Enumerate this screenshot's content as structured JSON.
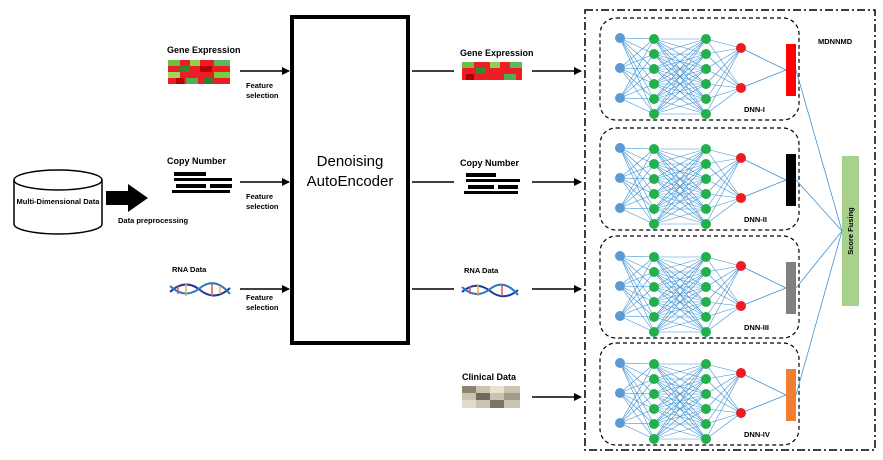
{
  "source": {
    "label": "Multi-Dimensional Data",
    "step_label": "Data preprocessing"
  },
  "inputs": [
    {
      "label": "Gene Expression",
      "feature_label_1": "Feature",
      "feature_label_2": "selection"
    },
    {
      "label": "Copy Number",
      "feature_label_1": "Feature",
      "feature_label_2": "selection"
    },
    {
      "label": "RNA Data",
      "feature_label_1": "Feature",
      "feature_label_2": "selection"
    }
  ],
  "autoencoder": {
    "line1": "Denoising",
    "line2": "AutoEncoder"
  },
  "encoded": [
    {
      "label": "Gene Expression"
    },
    {
      "label": "Copy Number"
    },
    {
      "label": "RNA Data"
    },
    {
      "label": "Clinical Data"
    }
  ],
  "model": {
    "title": "MDNNMD",
    "networks": [
      {
        "label": "DNN-I",
        "bar_color": "#ff0000"
      },
      {
        "label": "DNN-II",
        "bar_color": "#000000"
      },
      {
        "label": "DNN-III",
        "bar_color": "#808080"
      },
      {
        "label": "DNN-IV",
        "bar_color": "#f08030"
      }
    ],
    "fusion_label": "Score Fusing",
    "fusion_color": "#a9d18e"
  },
  "colors": {
    "input_node": "#5b9bd5",
    "hidden_node": "#21b04b",
    "output_node": "#ee1c24",
    "edge": "#3f93d3"
  }
}
